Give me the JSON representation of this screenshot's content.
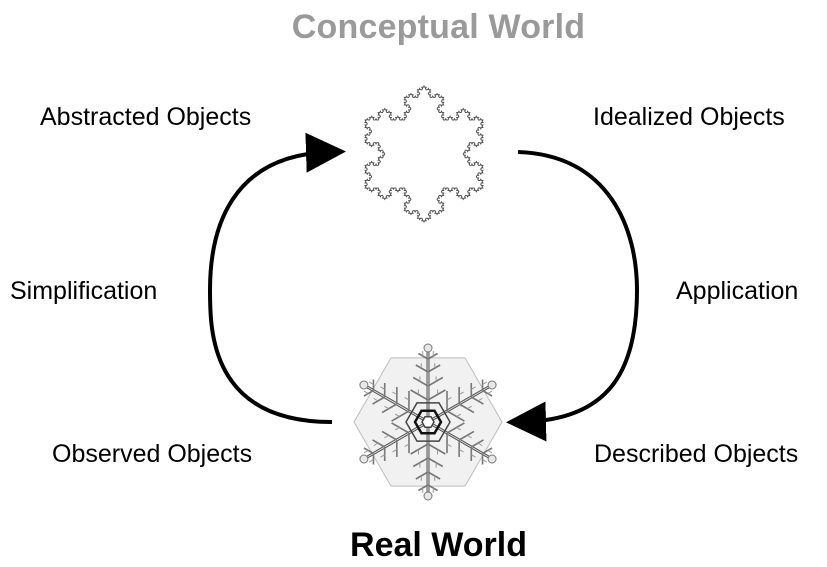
{
  "titles": {
    "top": "Conceptual World",
    "bottom": "Real World"
  },
  "labels": {
    "abstracted": "Abstracted Objects",
    "idealized": "Idealized Objects",
    "simplification": "Simplification",
    "application": "Application",
    "observed": "Observed Objects",
    "described": "Described Objects"
  },
  "icons": {
    "top": "koch-snowflake-icon",
    "bottom": "snow-crystal-icon"
  },
  "colors": {
    "top_title": "#9a9a9a",
    "text": "#000000",
    "arrows": "#000000",
    "snowflake_outline": "#555555"
  }
}
